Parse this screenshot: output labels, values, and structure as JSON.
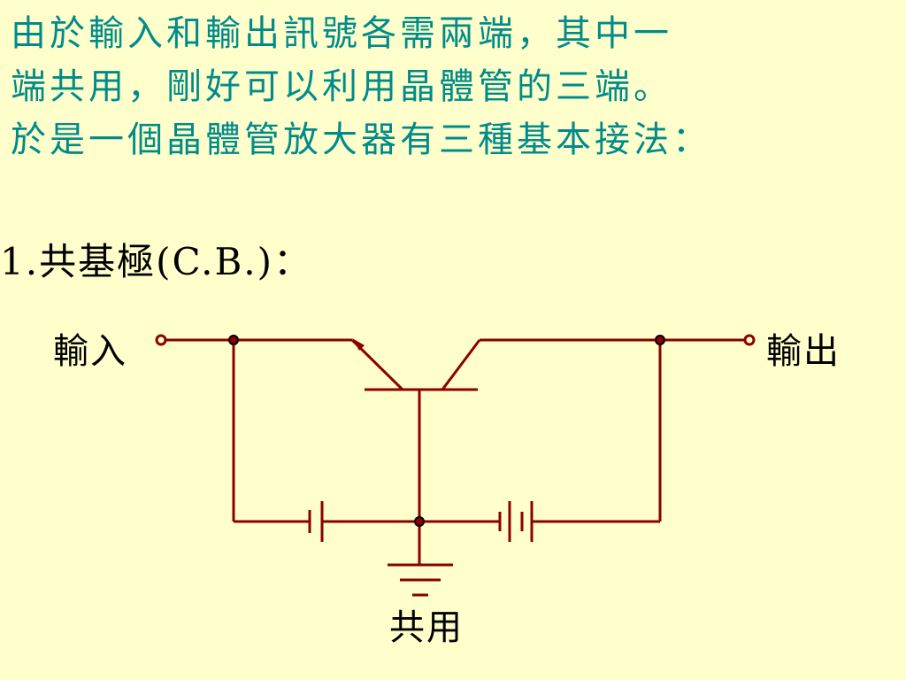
{
  "intro": {
    "line1": "由於輸入和輸出訊號各需兩端，其中一",
    "line2": "端共用，剛好可以利用晶體管的三端。",
    "line3": "於是一個晶體管放大器有三種基本接法："
  },
  "heading": "1.共基極(C.B.)：",
  "diagram": {
    "input_label": "輸入",
    "output_label": "輸出",
    "common_label": "共用",
    "wire_color": "#8B0000",
    "dot_color": "#000000"
  }
}
